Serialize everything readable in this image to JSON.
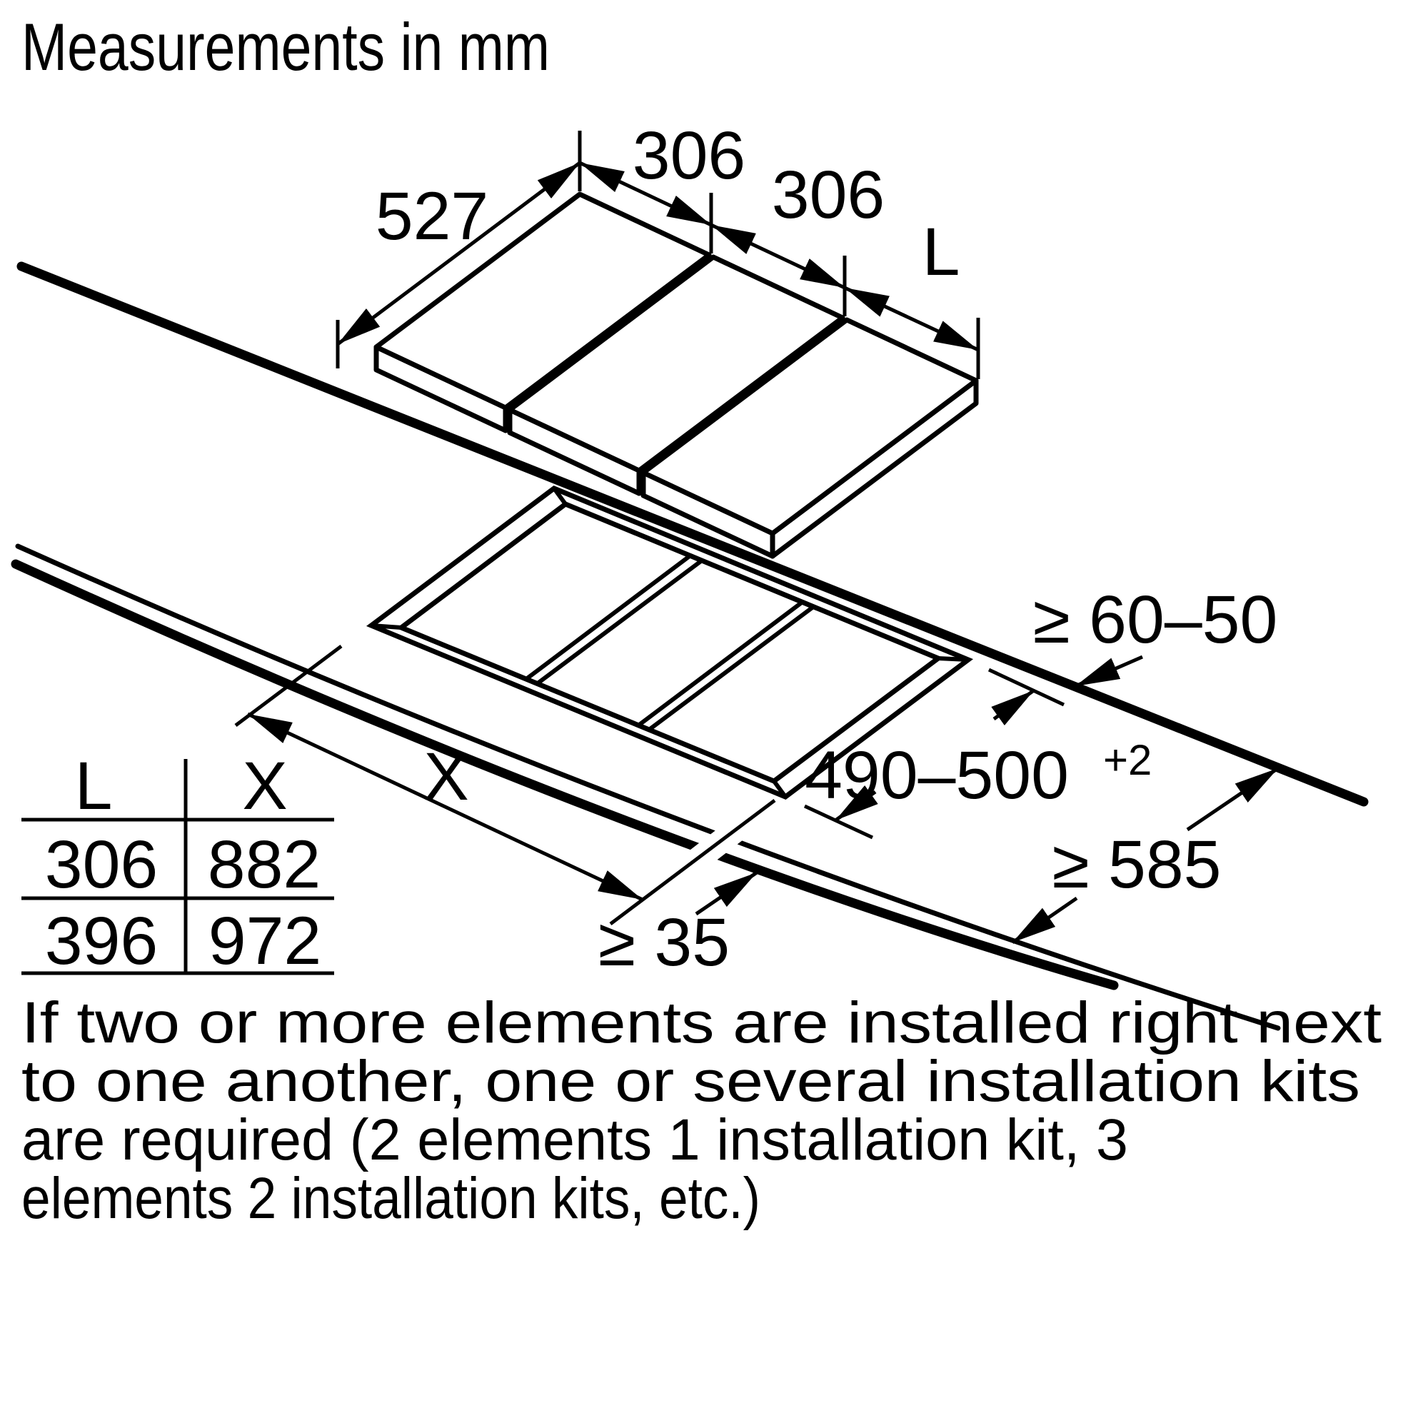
{
  "title": "Measurements in mm",
  "colors": {
    "ink": "#000000",
    "paper": "#ffffff"
  },
  "dimensions": {
    "element_depth": "527",
    "element1_width": "306",
    "element2_width": "306",
    "element3_width": "L",
    "rear_distance": "≥ 60–50",
    "cutout_depth": "490–500",
    "cutout_depth_tol": "+2",
    "worktop_depth": "≥ 585",
    "front_distance": "≥ 35",
    "cutout_width": "X"
  },
  "table": {
    "col1_header": "L",
    "col2_header": "X",
    "rows": [
      {
        "l": "306",
        "x": "882"
      },
      {
        "l": "396",
        "x": "972"
      }
    ]
  },
  "note": {
    "lines": [
      "If two or more elements are installed right next",
      "to one another, one or several installation kits",
      "are required (2 elements 1 installation kit, 3",
      "elements 2 installation kits, etc.)"
    ]
  }
}
